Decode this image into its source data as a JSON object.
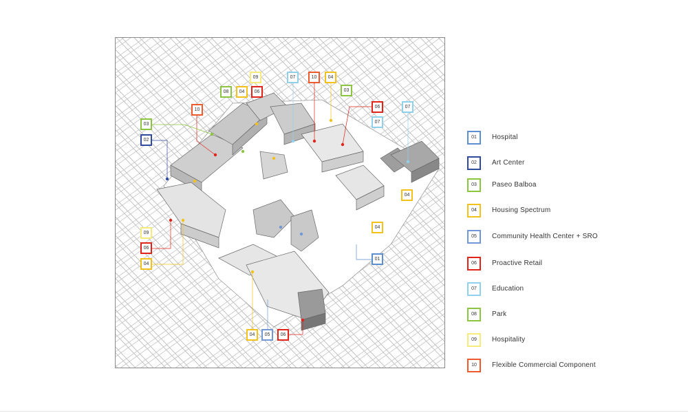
{
  "legend": [
    {
      "code": "01",
      "label": "Hospital",
      "color": "#5b8fcf"
    },
    {
      "code": "02",
      "label": "Art Center",
      "color": "#2f4a9e"
    },
    {
      "code": "03",
      "label": "Paseo Balboa",
      "color": "#8cc53f"
    },
    {
      "code": "04",
      "label": "Housing Spectrum",
      "color": "#f2c21b"
    },
    {
      "code": "05",
      "label": "Community Health Center + SRO",
      "color": "#6f98d4"
    },
    {
      "code": "06",
      "label": "Proactive Retail",
      "color": "#e2231a"
    },
    {
      "code": "07",
      "label": "Education",
      "color": "#8fd0ec"
    },
    {
      "code": "08",
      "label": "Park",
      "color": "#8cc53f"
    },
    {
      "code": "09",
      "label": "Hospitality",
      "color": "#f6ea7a"
    },
    {
      "code": "10",
      "label": "Flexible Commercial Component",
      "color": "#ee5a2b"
    }
  ],
  "map_tags": [
    {
      "code": "09"
    },
    {
      "code": "07"
    },
    {
      "code": "10"
    },
    {
      "code": "04"
    },
    {
      "code": "08"
    },
    {
      "code": "04"
    },
    {
      "code": "06"
    },
    {
      "code": "03"
    },
    {
      "code": "10"
    },
    {
      "code": "06"
    },
    {
      "code": "07"
    },
    {
      "code": "07"
    },
    {
      "code": "03"
    },
    {
      "code": "02"
    },
    {
      "code": "04"
    },
    {
      "code": "04"
    },
    {
      "code": "09"
    },
    {
      "code": "06"
    },
    {
      "code": "04"
    },
    {
      "code": "01"
    },
    {
      "code": "04"
    },
    {
      "code": "05"
    },
    {
      "code": "06"
    }
  ]
}
